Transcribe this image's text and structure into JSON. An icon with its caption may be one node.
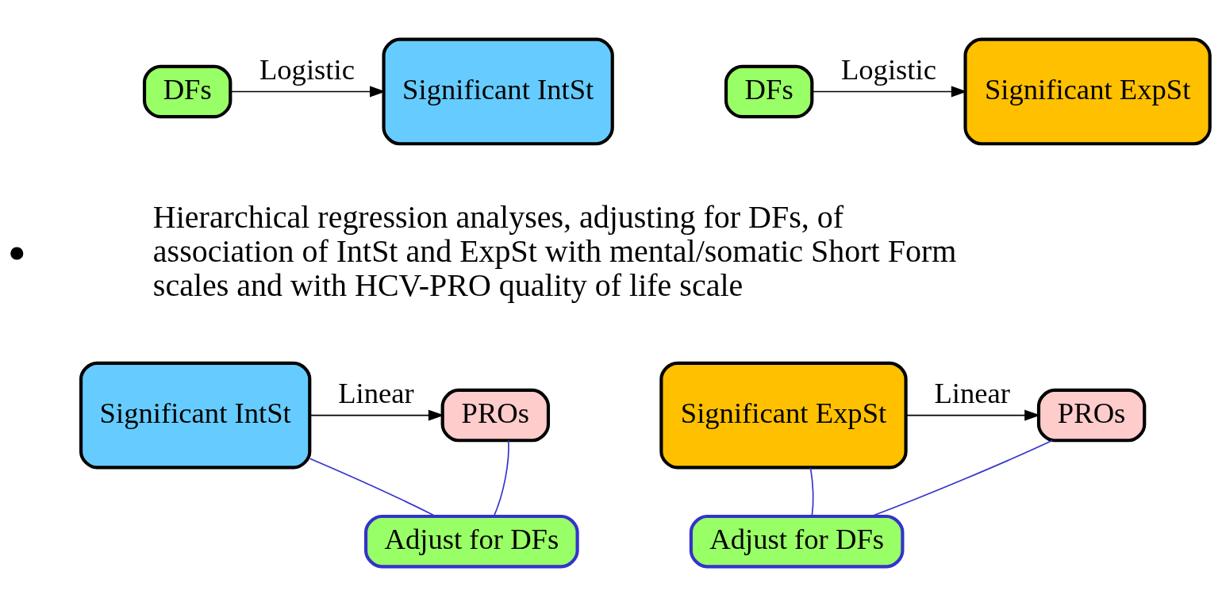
{
  "diagram": {
    "nodes": [
      {
        "text": [
          "DFs"
        ]
      },
      {
        "text": [
          "Significant IntSt"
        ]
      },
      {
        "text": [
          "DFs"
        ]
      },
      {
        "text": [
          "Significant ExpSt"
        ]
      },
      {
        "text": [
          "Significant IntSt"
        ]
      },
      {
        "text": [
          "PROs"
        ]
      },
      {
        "text": [
          "Significant ExpSt"
        ]
      },
      {
        "text": [
          "PROs"
        ]
      },
      {
        "text": [
          "Adjust for DFs"
        ]
      },
      {
        "text": [
          "Adjust for DFs"
        ]
      }
    ],
    "edges": [
      {
        "from": 0,
        "to": 1,
        "arrow": "to",
        "label": "Logistic"
      },
      {
        "from": 2,
        "to": 3,
        "arrow": "to",
        "label": "Logistic"
      },
      {
        "from": 4,
        "to": 5,
        "arrow": "to",
        "label": "Linear"
      },
      {
        "from": 6,
        "to": 7,
        "arrow": "to",
        "label": "Linear"
      },
      {
        "from": 8,
        "to": 4,
        "arrow": "none",
        "color": "#3333cc"
      },
      {
        "from": 8,
        "to": 5,
        "arrow": "none",
        "color": "#3333cc"
      },
      {
        "from": 9,
        "to": 6,
        "arrow": "none",
        "color": "#3333cc"
      },
      {
        "from": 9,
        "to": 7,
        "arrow": "none",
        "color": "#3333cc"
      }
    ],
    "labels": [
      "Hierarchical regression analyses, adjusting for DFs, of association of IntSt and ExpSt with mental/somatic Short Form scales and with HCV-PRO quality of life scale"
    ]
  }
}
